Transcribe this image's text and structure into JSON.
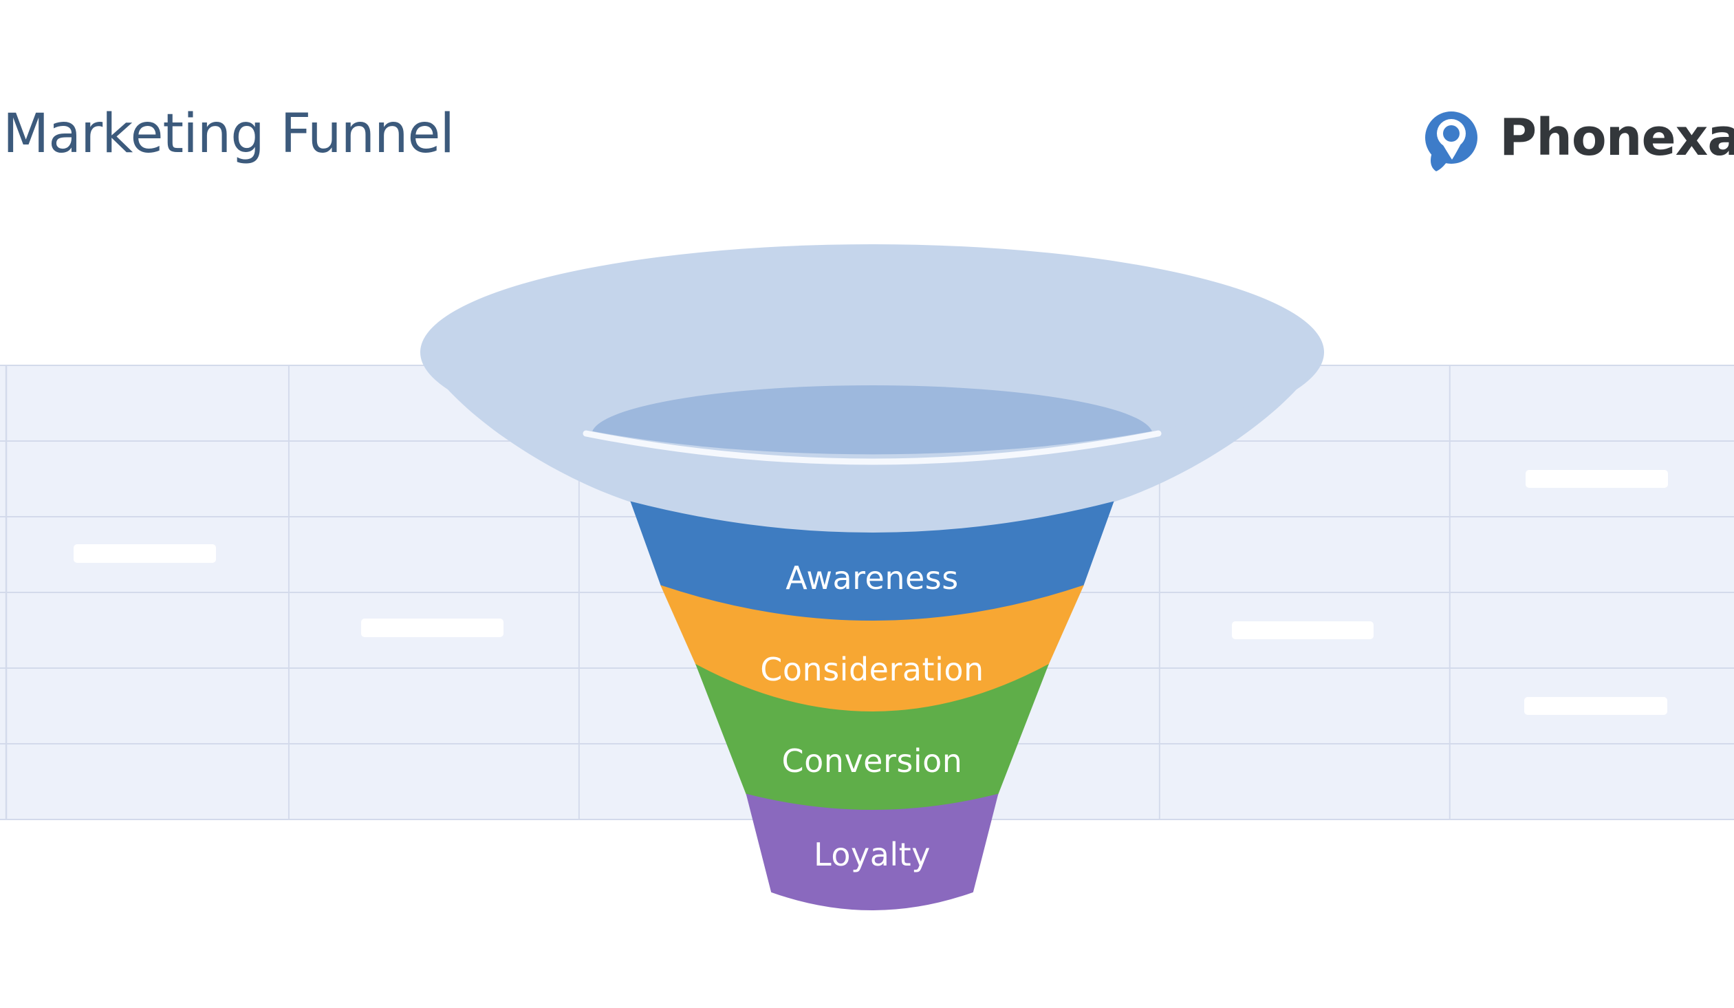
{
  "header": {
    "title": "Marketing Funnel"
  },
  "logo": {
    "brand": "Phonexa",
    "registered_mark": "®"
  },
  "funnel": {
    "stages": [
      {
        "label": "Awareness",
        "color": "#3E7CC1"
      },
      {
        "label": "Consideration",
        "color": "#F7A733"
      },
      {
        "label": "Conversion",
        "color": "#5FAE49"
      },
      {
        "label": "Loyalty",
        "color": "#8A69BE"
      }
    ],
    "mouth_color": "#C5D5EB",
    "opening_color": "#9DB8DD",
    "separator_color": "#F5F8FD"
  },
  "background_grid": {
    "rows": 6,
    "columns": 6,
    "placeholder_pill_count": 5
  },
  "theme": {
    "page_bg": "#FFFFFF",
    "band_bg": "#EDF1FA",
    "grid_line": "#D3DAEB",
    "pill": "#FFFFFF",
    "title_color": "#3C5A7C",
    "label_text": "#FFFFFF",
    "logo_text": "#33373B",
    "logo_blue": "#3D7CC9"
  }
}
